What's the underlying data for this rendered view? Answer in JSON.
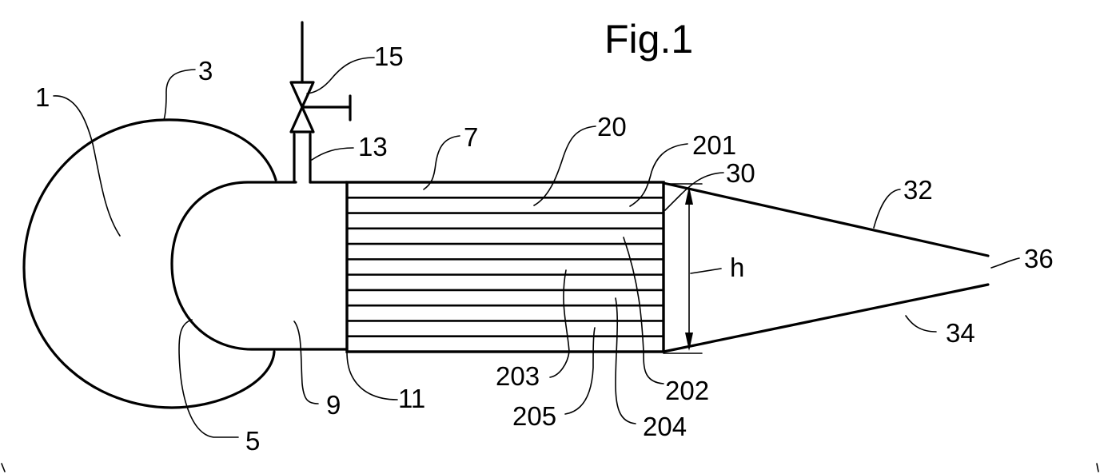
{
  "figure": {
    "title": "Fig.1",
    "line_color": "#000000",
    "background": "#ffffff"
  },
  "labels": {
    "l1": "1",
    "l3": "3",
    "l5": "5",
    "l7": "7",
    "l9": "9",
    "l11": "11",
    "l13": "13",
    "l15": "15",
    "l20": "20",
    "l201": "201",
    "l202": "202",
    "l203": "203",
    "l204": "204",
    "l205": "205",
    "l30": "30",
    "l32": "32",
    "l34": "34",
    "l36": "36",
    "h": "h"
  },
  "channel_stack": {
    "channel_count": 11
  }
}
